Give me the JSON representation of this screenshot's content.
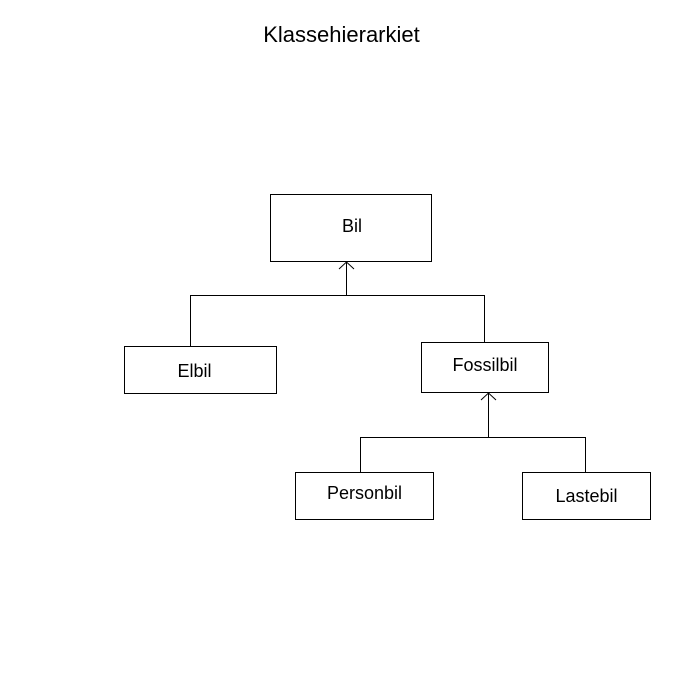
{
  "diagram": {
    "title": "Klassehierarkiet",
    "nodes": {
      "bil": "Bil",
      "elbil": "Elbil",
      "fossilbil": "Fossilbil",
      "personbil": "Personbil",
      "lastebil": "Lastebil"
    },
    "edges": [
      {
        "from": "Elbil",
        "to": "Bil",
        "type": "inheritance"
      },
      {
        "from": "Fossilbil",
        "to": "Bil",
        "type": "inheritance"
      },
      {
        "from": "Personbil",
        "to": "Fossilbil",
        "type": "inheritance"
      },
      {
        "from": "Lastebil",
        "to": "Fossilbil",
        "type": "inheritance"
      }
    ]
  }
}
